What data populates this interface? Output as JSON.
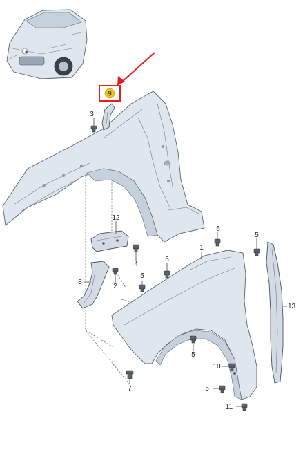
{
  "diagram": {
    "highlight_color": "#e2201c",
    "badge_color": "#f0c419",
    "highlighted_callout": "9",
    "callouts": {
      "c1": "1",
      "c2": "2",
      "c3": "3",
      "c4": "4",
      "c5a": "5",
      "c5b": "5",
      "c5c": "5",
      "c5d": "5",
      "c6": "6",
      "c7": "7",
      "c8": "8",
      "c9": "9",
      "c10": "10",
      "c11": "11",
      "c12": "12",
      "c13": "13"
    }
  }
}
